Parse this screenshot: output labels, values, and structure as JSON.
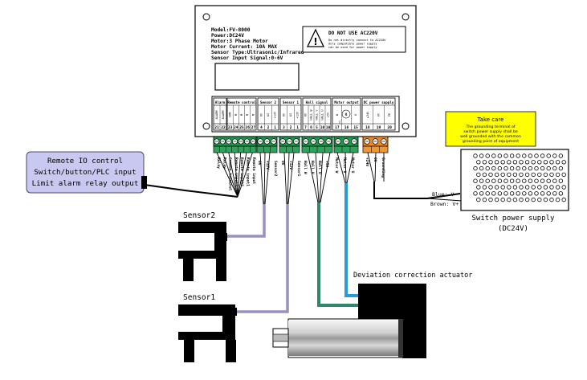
{
  "controller": {
    "specs": [
      "Model:FV-8000",
      "Power:DC24V",
      "Motor:3 Phase Motor",
      "Motor Current: 10A MAX",
      "Sensor Type:Ultrasonic/Infrared",
      "Sensor Input Signal:0-6V"
    ],
    "warning": {
      "title": "DO NOT USE AC220V",
      "lines": [
        "Do not directly connect to AC220V",
        "Only compatible power supply",
        "can be used for power supply"
      ]
    }
  },
  "terminal_groups": [
    {
      "title": "Alarm",
      "labels": [
        "ALARM",
        "ALARM"
      ],
      "numbers": [
        "21",
        "22"
      ]
    },
    {
      "title": "Remote control",
      "labels": [
        "COM",
        "M",
        "M",
        "M",
        "M"
      ],
      "numbers": [
        "23",
        "24",
        "25",
        "26",
        "27"
      ]
    },
    {
      "title": "Sensor 2",
      "labels": [
        "OV",
        "AI",
        "+12V"
      ],
      "numbers": [
        "4",
        "2",
        "1"
      ]
    },
    {
      "title": "Sensor 1",
      "labels": [
        "OV",
        "AI",
        "+12V"
      ],
      "numbers": [
        "3",
        "2",
        "1"
      ]
    },
    {
      "title": "Hall signal",
      "labels": [
        "OV",
        "HALL W",
        "HALL V",
        "HALL U",
        "+5V"
      ],
      "numbers": [
        "7",
        "6",
        "5",
        "10",
        "10"
      ]
    },
    {
      "title": "Motor output",
      "labels": [
        "W",
        "V",
        "U"
      ],
      "numbers": [
        "17",
        "16",
        "15"
      ]
    },
    {
      "title": "DC power supply",
      "labels": [
        "+24V",
        "0V",
        "PE"
      ],
      "numbers": [
        "18",
        "19",
        "20"
      ]
    }
  ],
  "wire_labels": {
    "remote": [
      "Relay",
      "Relay",
      "Common terminal",
      "Remote input3",
      "Remote input2",
      "Remote input1",
      "Remote input"
    ],
    "sensor2": [
      "0V",
      "+12V",
      "Sensor2"
    ],
    "sensor1": [
      "0V",
      "+12V",
      "Sensor1"
    ],
    "hall": [
      "Hall W",
      "Hall V",
      "Hall U",
      "+5V"
    ],
    "motor": [
      "Motor W",
      "Motor V",
      "Motor U"
    ],
    "power": [
      "+24V",
      "0V",
      "Grounding"
    ]
  },
  "remote_io_box": {
    "lines": [
      "Remote IO control",
      "Switch/button/PLC input",
      "Limit alarm relay output"
    ]
  },
  "take_care_box": {
    "title": "Take care",
    "lines": [
      "The grounding terminal of",
      "switch power supply shall be",
      "well grounded with the common",
      "grounding point of equipment"
    ]
  },
  "power_supply": {
    "blue_label": "Blue: V-",
    "brown_label": "Brown: V+",
    "caption_line1": "Switch power supply",
    "caption_line2": "(DC24V)"
  },
  "sensor2_label": "Sensor2",
  "sensor1_label": "Sensor1",
  "actuator_label": "Deviation correction actuator",
  "colors": {
    "remote_box_fill": "#c8c8f0",
    "take_care_fill": "#ffff00",
    "terminal_green": "#1a9a4a",
    "terminal_orange": "#f08a20",
    "sensor_wire": "#9a90c0",
    "hall_wire": "#2a8a6a",
    "motor_wire": "#2a9ad8"
  }
}
